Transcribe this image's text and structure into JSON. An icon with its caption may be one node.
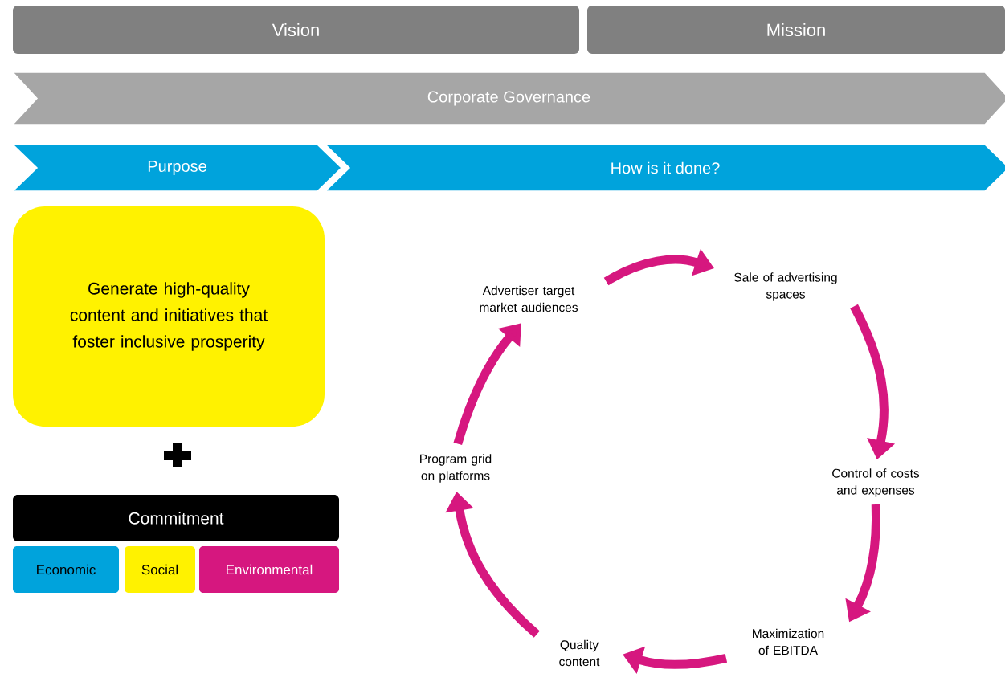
{
  "diagram": {
    "nodes": [
      {
        "text": [
          "Vision"
        ]
      },
      {
        "text": [
          "Mission"
        ]
      },
      {
        "text": [
          "Corporate Governance"
        ]
      },
      {
        "text": [
          "Purpose"
        ]
      },
      {
        "text": [
          "How is it done?"
        ]
      },
      {
        "text": [
          "Generate high-quality content and initiatives that foster inclusive prosperity"
        ]
      },
      {
        "text": [
          "Commitment"
        ]
      },
      {
        "text": [
          "Economic"
        ]
      },
      {
        "text": [
          "Social"
        ]
      },
      {
        "text": [
          "Environmental"
        ]
      },
      {
        "text": [
          "Advertiser target market audiences"
        ]
      },
      {
        "text": [
          "Sale of advertising spaces"
        ]
      },
      {
        "text": [
          "Control of costs and expenses"
        ]
      },
      {
        "text": [
          "Maximization of EBITDA"
        ]
      },
      {
        "text": [
          "Quality content"
        ]
      },
      {
        "text": [
          "Program grid on platforms"
        ]
      }
    ],
    "edges": [
      {
        "from": 10,
        "to": 11,
        "arrow": "to"
      },
      {
        "from": 11,
        "to": 12,
        "arrow": "to"
      },
      {
        "from": 12,
        "to": 13,
        "arrow": "to"
      },
      {
        "from": 13,
        "to": 14,
        "arrow": "to"
      },
      {
        "from": 14,
        "to": 15,
        "arrow": "to"
      },
      {
        "from": 15,
        "to": 10,
        "arrow": "to"
      }
    ]
  }
}
